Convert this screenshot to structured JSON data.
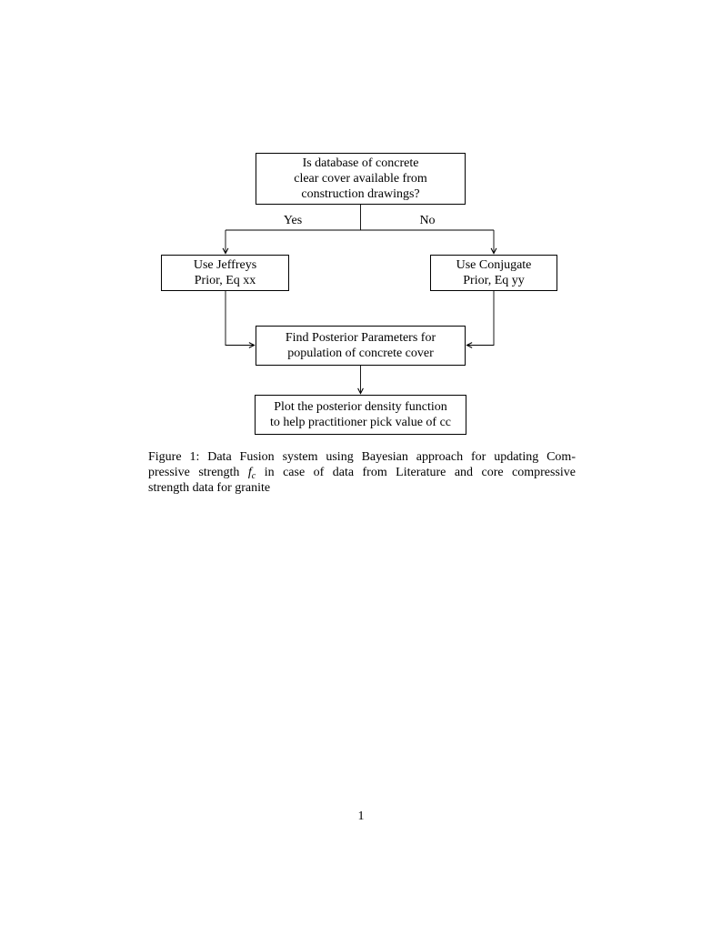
{
  "page": {
    "background": "#ffffff",
    "ink": "#000000",
    "number": "1"
  },
  "flowchart": {
    "top_box": {
      "lines": [
        "Is database of concrete",
        "clear cover available from",
        "construction drawings?"
      ]
    },
    "branch_labels": {
      "yes": "Yes",
      "no": "No"
    },
    "left_box": {
      "lines": [
        "Use Jeffreys",
        "Prior, Eq xx"
      ]
    },
    "right_box": {
      "lines": [
        "Use Conjugate",
        "Prior, Eq yy"
      ]
    },
    "middle_box": {
      "lines": [
        "Find Posterior Parameters for",
        "population of concrete cover"
      ]
    },
    "bottom_box": {
      "lines": [
        "Plot the posterior density function",
        "to help practitioner pick value of cc"
      ]
    }
  },
  "caption": {
    "line1": "Figure 1: Data Fusion system using Bayesian approach for updating Com-",
    "line2_pre": "pressive strength",
    "math_base": "f",
    "math_sub": "c",
    "line2_post": "in case of data from Literature and core compressive",
    "line3": "strength data for granite"
  }
}
